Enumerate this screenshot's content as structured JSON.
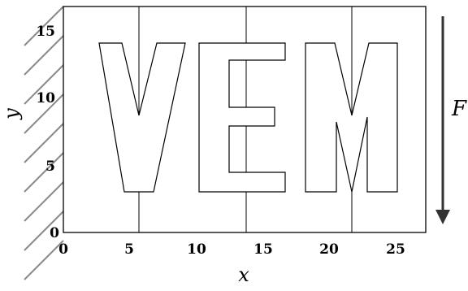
{
  "figure": {
    "axes": {
      "xlabel": "x",
      "ylabel": "y",
      "x_ticks": [
        "0",
        "5",
        "10",
        "15",
        "20",
        "25"
      ],
      "y_ticks": [
        "0",
        "5",
        "10",
        "15"
      ]
    },
    "load": {
      "label": "F",
      "direction": "down"
    },
    "support": {
      "side": "left",
      "type": "clamped"
    },
    "letters": [
      "V",
      "E",
      "M"
    ],
    "colors": {
      "line": "#000000",
      "arrow": "#333333",
      "background": "#ffffff"
    }
  }
}
